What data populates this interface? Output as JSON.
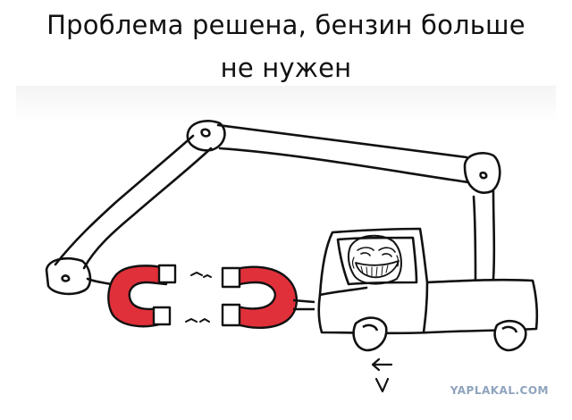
{
  "caption": {
    "line1": "Проблема решена, бензин больше",
    "line2": "не нужен"
  },
  "watermark": "YAPLAKAL.COM",
  "colors": {
    "ink": "#111111",
    "magnet_red": "#e0303a",
    "magnet_tip": "#ffffff",
    "paper": "#ffffff",
    "watermark": "#8ea3bd"
  },
  "icons": {
    "driver_face": "trollface-icon",
    "arrow": "arrow-left-icon",
    "direction_mark": "v-mark-icon"
  }
}
